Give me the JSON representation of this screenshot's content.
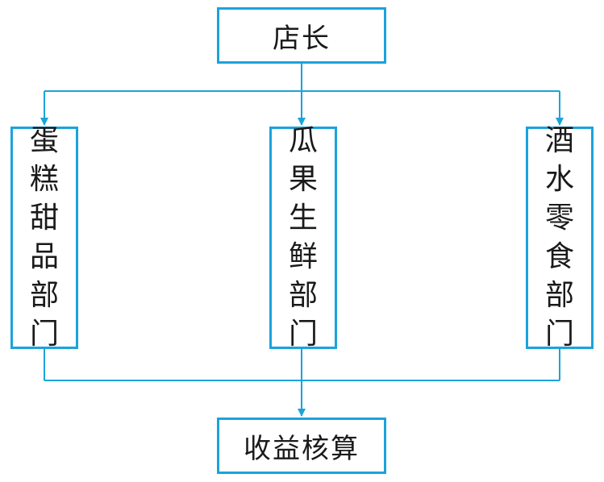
{
  "diagram": {
    "root": "店长",
    "departments": [
      "蛋糕甜品部门",
      "瓜果生鲜部门",
      "酒水零食部门"
    ],
    "sink": "收益核算"
  },
  "colors": {
    "line": "#1aa3dc",
    "border": "#1aa3dc",
    "text": "#1a1a1a"
  }
}
